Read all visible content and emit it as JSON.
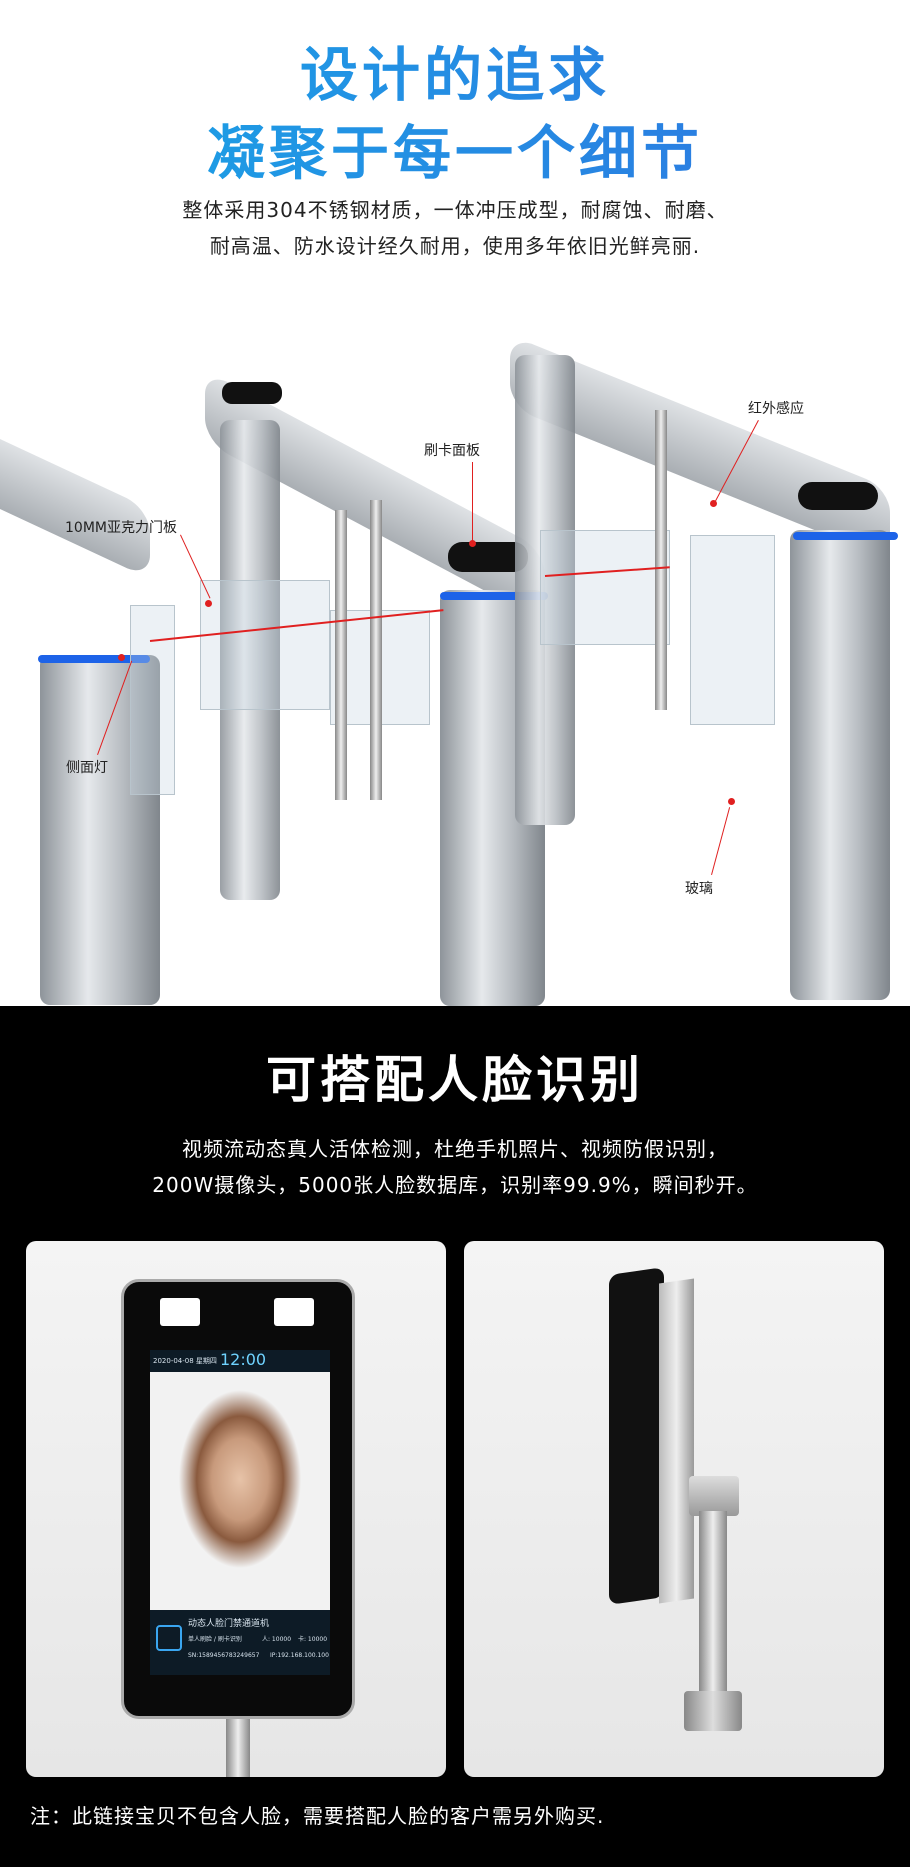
{
  "header": {
    "title_line1": "设计的追求",
    "title_line2": "凝聚于每一个细节",
    "desc_line1": "整体采用304不锈钢材质，一体冲压成型，耐腐蚀、耐磨、",
    "desc_line2": "耐高温、防水设计经久耐用，使用多年依旧光鲜亮丽."
  },
  "gate_labels": {
    "card_panel": "刷卡面板",
    "infrared": "红外感应",
    "acrylic": "10MM亚克力门板",
    "side_light": "侧面灯",
    "glass": "玻璃"
  },
  "face": {
    "title": "可搭配人脸识别",
    "desc_line1": "视频流动态真人活体检测，杜绝手机照片、视频防假识别，",
    "desc_line2": "200W摄像头，5000张人脸数据库，识别率99.9%，瞬间秒开。"
  },
  "device_screen": {
    "date": "2020-04-08 星期四",
    "time": "12:00",
    "app_name": "动态人脸门禁通道机",
    "mode": "单人刷脸 / 刷卡识别",
    "persons": "人: 10000",
    "cards": "卡: 10000",
    "sn": "SN:158945678324965​7",
    "ip": "IP:192.168.100.100"
  },
  "footnote": "注：此链接宝贝不包含人脸，需要搭配人脸的客户需另外购买.",
  "colors": {
    "title_blue": "#1f8fe4",
    "side_light": "#1d63e8",
    "label_red": "#e02020"
  }
}
